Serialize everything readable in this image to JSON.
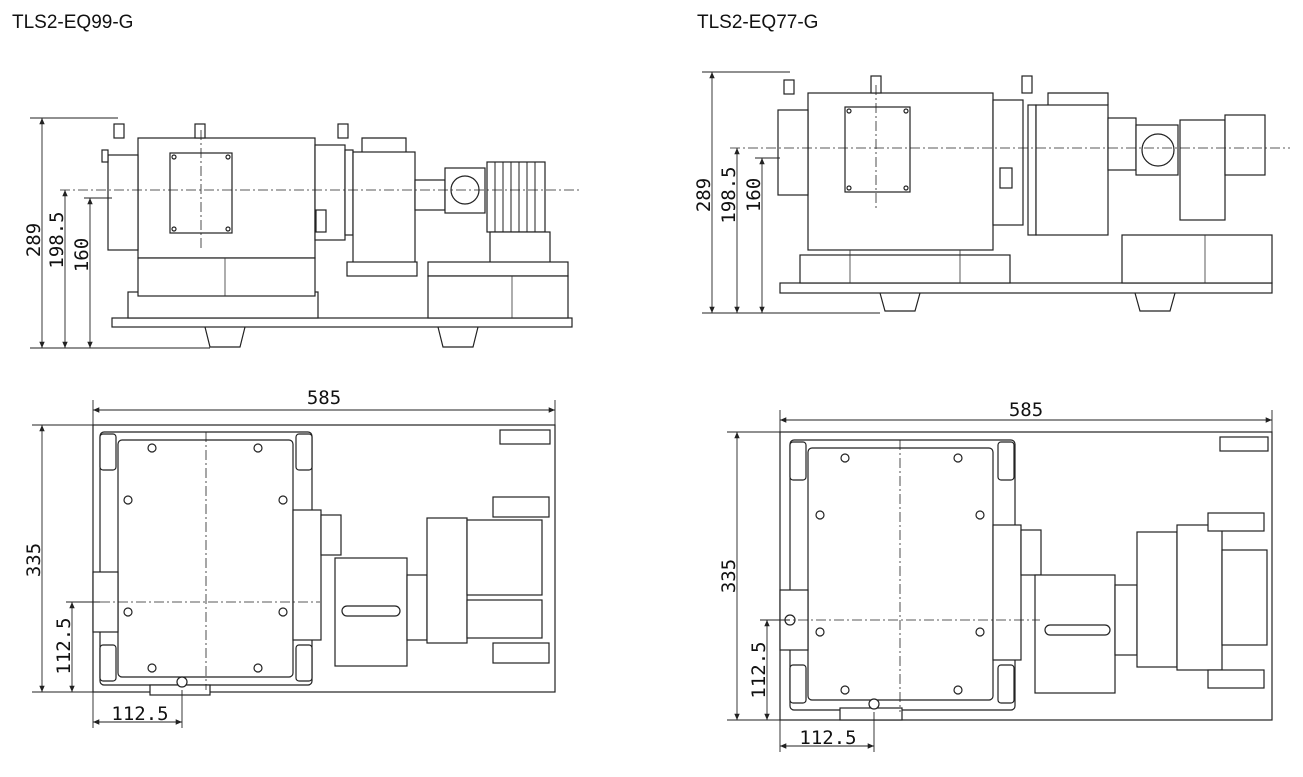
{
  "models": [
    {
      "title": "TLS2-EQ99-G",
      "side_view": {
        "dim_height_total": "289",
        "dim_height_axis": "198.5",
        "dim_height_base": "160"
      },
      "top_view": {
        "dim_width": "585",
        "dim_depth": "335",
        "dim_offset_y": "112.5",
        "dim_offset_x": "112.5"
      }
    },
    {
      "title": "TLS2-EQ77-G",
      "side_view": {
        "dim_height_total": "289",
        "dim_height_axis": "198.5",
        "dim_height_base": "160"
      },
      "top_view": {
        "dim_width": "585",
        "dim_depth": "335",
        "dim_offset_y": "112.5",
        "dim_offset_x": "112.5"
      }
    }
  ]
}
